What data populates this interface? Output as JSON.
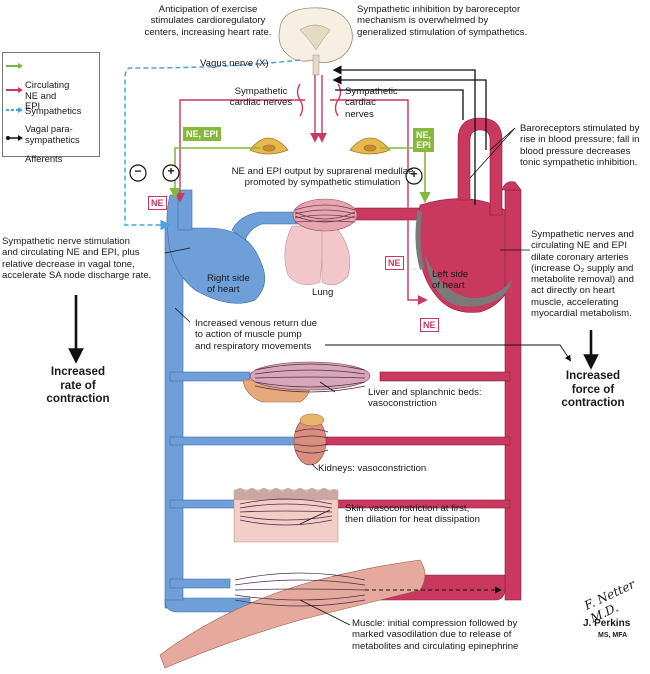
{
  "legend": {
    "items": [
      {
        "label": "Circulating\nNE and EPI",
        "color": "#7cb342",
        "style": "solid"
      },
      {
        "label": "Sympathetics",
        "color": "#c8385f",
        "style": "solid"
      },
      {
        "label": "Vagal para-\nsympathetics",
        "color": "#4aa3df",
        "style": "dashed"
      },
      {
        "label": "Afferents",
        "color": "#111111",
        "style": "solid"
      }
    ]
  },
  "labels": {
    "anticipation": "Anticipation of exercise\nstimulates cardioregulatory\ncenters, increasing heart rate.",
    "sympathetic_inhibition": "Sympathetic inhibition by baroreceptor\nmechanism is overwhelmed by\ngeneralized stimulation of sympathetics.",
    "vagus": "Vagus nerve (X)",
    "symp_cardiac_left": "Sympathetic\ncardiac nerves",
    "symp_cardiac_right": "Sympathetic\ncardiac\nnerves",
    "ne_epi_output": "NE and EPI output by suprarenal medullae\npromoted by sympathetic stimulation",
    "baroreceptors": "Baroreceptors stimulated by\nrise in blood pressure; fall in\nblood pressure decreases\ntonic sympathetic inhibition.",
    "sa_node": "Sympathetic nerve stimulation\nand circulating NE and EPI, plus\nrelative decrease in vagal tone,\naccelerate SA node discharge rate.",
    "coronary": "Sympathetic nerves and\ncirculating NE and EPI\ndilate coronary arteries\n(increase O₂ supply and\nmetabolite removal) and\nact directly on heart\nmuscle, accelerating\nmyocardial metabolism.",
    "right_heart": "Right side\nof heart",
    "left_heart": "Left side\nof heart",
    "lung": "Lung",
    "venous_return": "Increased venous return due\nto action of muscle pump\nand respiratory movements",
    "increased_rate": "Increased\nrate of\ncontraction",
    "increased_force": "Increased\nforce of\ncontraction",
    "liver": "Liver and splanchnic beds:\nvasoconstriction",
    "kidneys": "Kidneys: vasoconstriction",
    "skin": "Skin: vasoconstriction at first,\nthen dilation for heat dissipation",
    "muscle": "Muscle: initial compression followed by\nmarked vasodilation due to release of\nmetabolites and circulating epinephrine",
    "ne_tag": "NE",
    "ne_epi_tag": "NE, EPI",
    "ne_epi_tag_right": "NE,\nEPI",
    "minus_sign": "−",
    "plus_sign": "+",
    "signature": "F. Netter M.D.",
    "credit_name": "J. Perkins",
    "credit_degree": "MS, MFA"
  },
  "colors": {
    "vein_blue": "#6f9fd8",
    "artery_red": "#c8385f",
    "sympathetic": "#c8385f",
    "circulating": "#86b83e",
    "vagal": "#4aa3df",
    "afferent": "#111111"
  }
}
